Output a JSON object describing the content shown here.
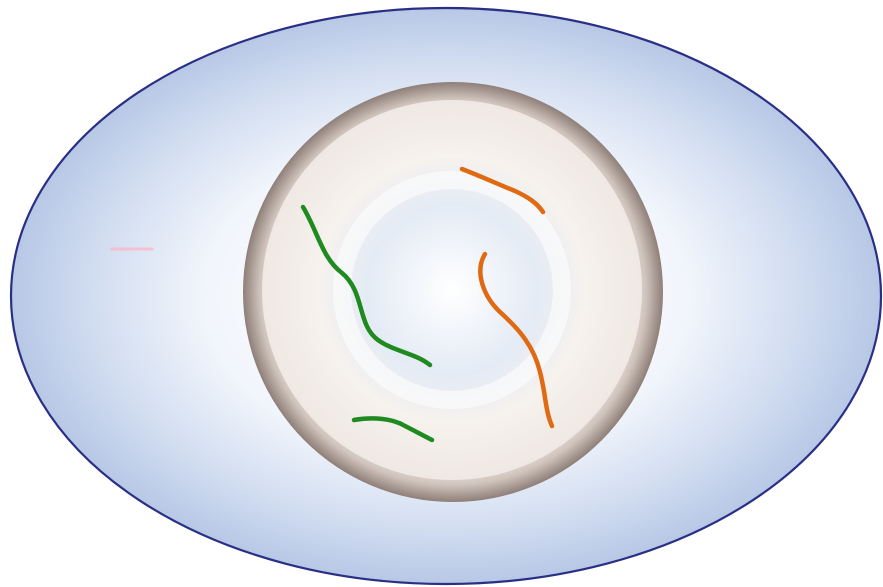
{
  "diagram": {
    "cell": {
      "kind": "cell",
      "membrane_color": "#2a2f86",
      "cytoplasm_color": "#b7c8e6"
    },
    "nucleus": {
      "kind": "nucleus",
      "envelope_color": "#8e7f78",
      "nucleoplasm_color": "#e8edf5"
    },
    "cytoplasm_marker": {
      "kind": "t-shaped-marker",
      "color": "#e8245a"
    },
    "chromatin_strands": [
      {
        "color": "#1f8a1f"
      },
      {
        "color": "#1f8a1f"
      },
      {
        "color": "#e06a12"
      },
      {
        "color": "#e06a12"
      }
    ]
  }
}
